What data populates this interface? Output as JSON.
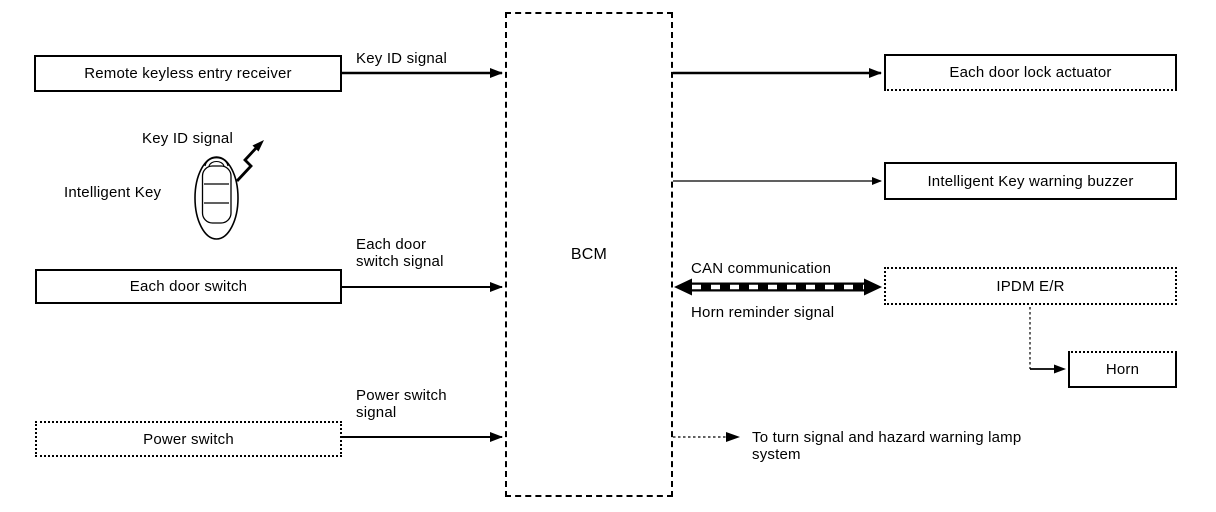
{
  "colors": {
    "ink": "#000000",
    "background": "#ffffff"
  },
  "nodes": {
    "remote_keyless_entry_receiver": "Remote keyless entry receiver",
    "each_door_switch": "Each door switch",
    "power_switch": "Power switch",
    "bcm": "BCM",
    "each_door_lock_actuator": "Each door lock actuator",
    "intelligent_key_warning_buzzer": "Intelligent Key warning buzzer",
    "ipdm_er": "IPDM E/R",
    "horn": "Horn"
  },
  "labels": {
    "key_id_signal_top": "Key ID signal",
    "key_id_signal_fob": "Key ID signal",
    "intelligent_key": "Intelligent Key",
    "each_door_switch_signal": {
      "line1": "Each door",
      "line2": "switch signal"
    },
    "power_switch_signal": {
      "line1": "Power switch",
      "line2": "signal"
    },
    "can_communication": "CAN communication",
    "horn_reminder_signal": "Horn reminder signal",
    "to_turn_signal": {
      "line1": "To turn signal and hazard warning lamp",
      "line2": "system"
    }
  }
}
